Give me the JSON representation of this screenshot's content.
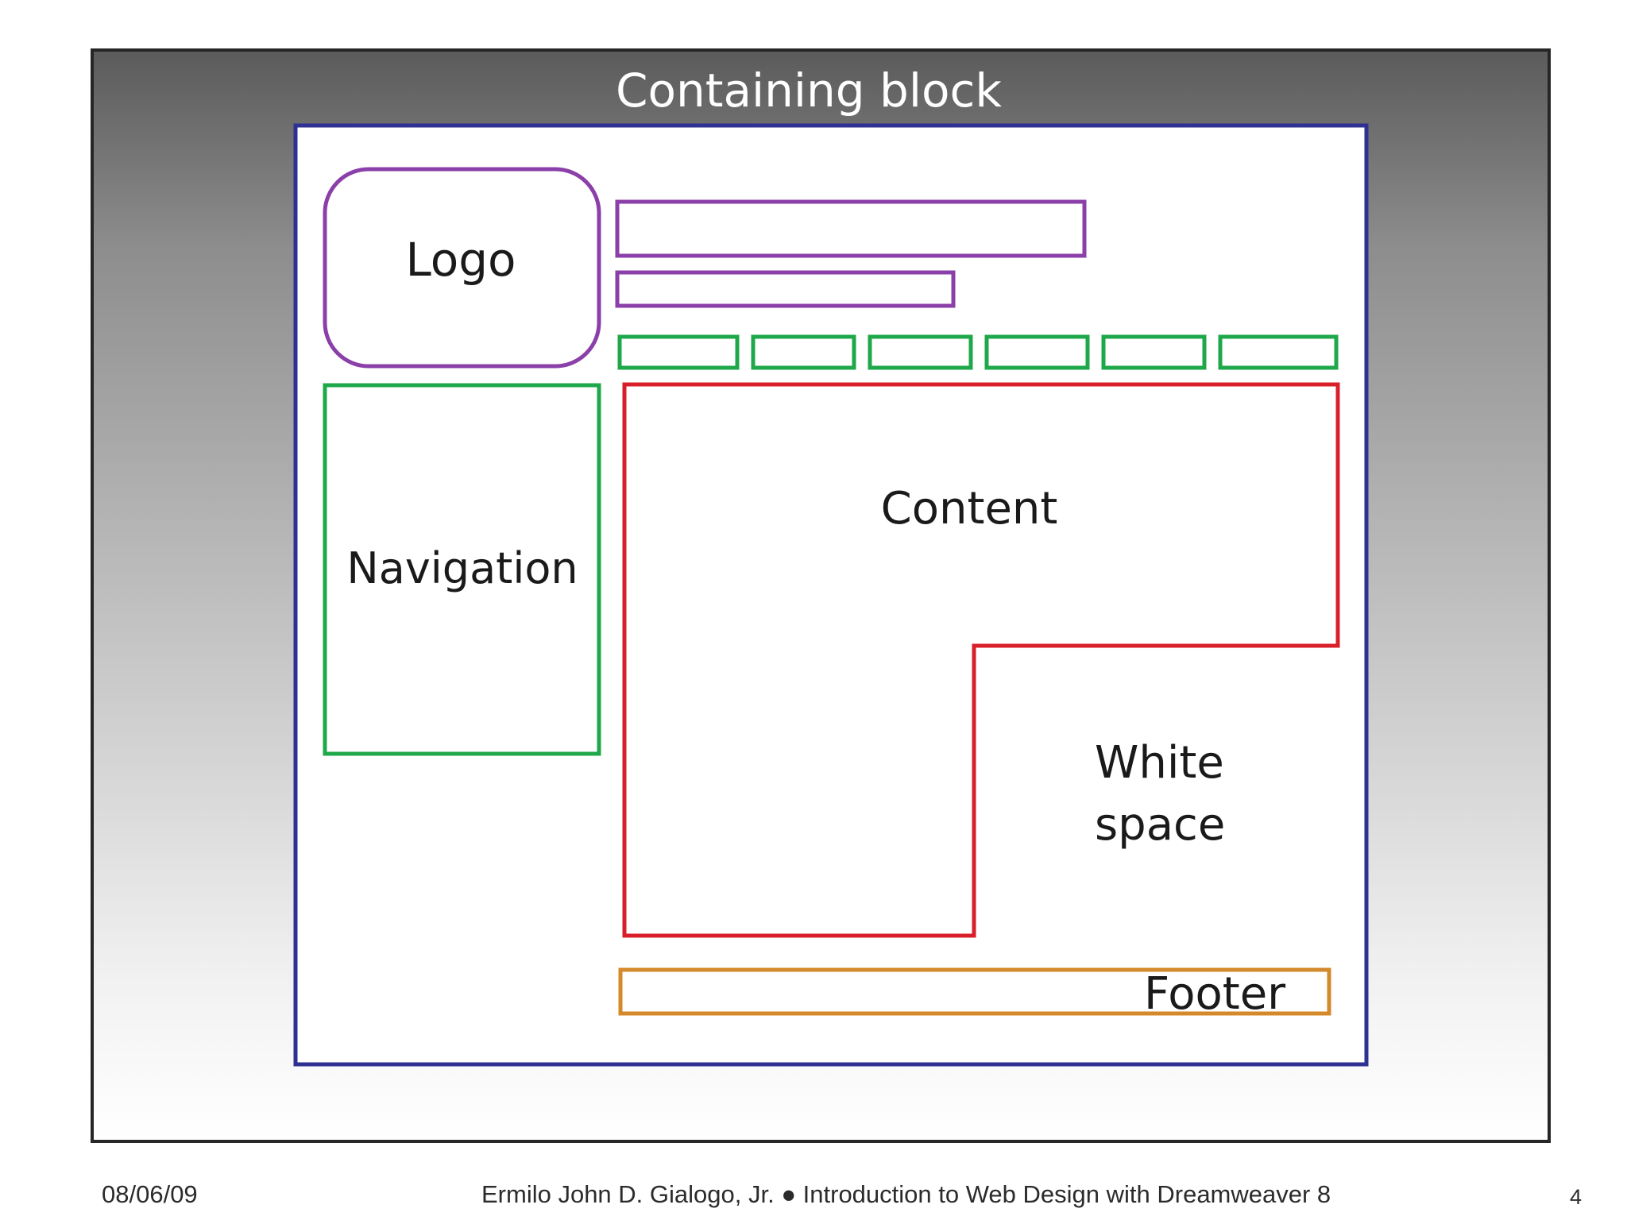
{
  "diagram": {
    "title": "Containing block",
    "blocks": {
      "logo": "Logo",
      "navigation": "Navigation",
      "content": "Content",
      "white_space_line1": "White",
      "white_space_line2": "space",
      "footer": "Footer"
    },
    "colors": {
      "containing_block": "#2e3192",
      "logo_and_header": "#8b3fa8",
      "navigation": "#1fa84a",
      "content": "#d9202a",
      "footer": "#d4892a",
      "frame": "#262626"
    }
  },
  "slide_footer": {
    "date": "08/06/09",
    "credit": "Ermilo John D. Gialogo, Jr. ● Introduction to Web Design with Dreamweaver 8",
    "page_number": "4"
  }
}
